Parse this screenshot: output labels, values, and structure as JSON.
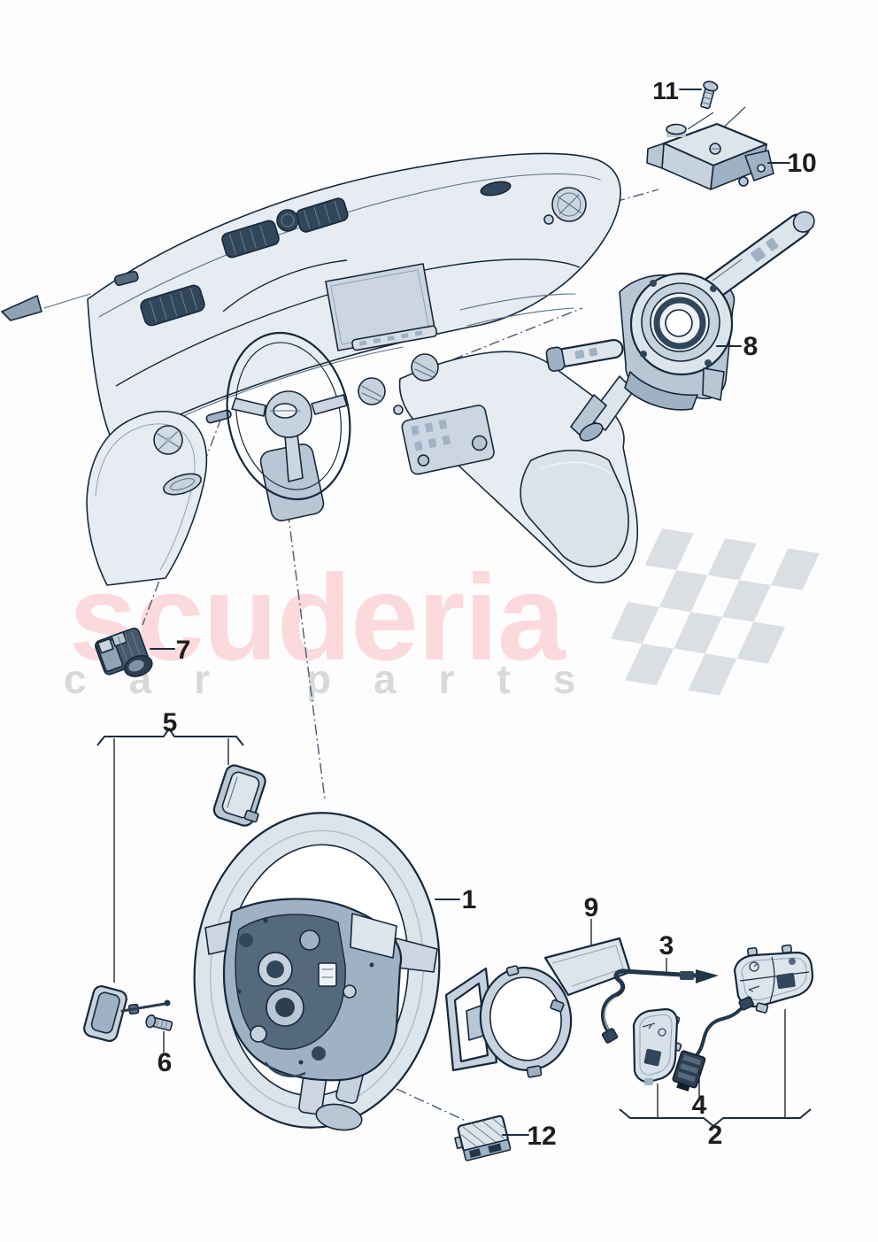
{
  "page": {
    "kind": "vehicle-parts-exploded-diagram"
  },
  "watermark": {
    "brand": "scuderia",
    "subtitle": "car parts",
    "brand_color": "#fbd9dc",
    "subtitle_color": "#d7d9db"
  },
  "callouts": [
    {
      "label": "1"
    },
    {
      "label": "2"
    },
    {
      "label": "3"
    },
    {
      "label": "4"
    },
    {
      "label": "5"
    },
    {
      "label": "6"
    },
    {
      "label": "7"
    },
    {
      "label": "8"
    },
    {
      "label": "9"
    },
    {
      "label": "10"
    },
    {
      "label": "11"
    },
    {
      "label": "12"
    }
  ],
  "colors": {
    "line_art_outline": "#16283a",
    "line_art_fill": "#e6ecf2",
    "line_art_shade": "#9fb2c4",
    "callout_text": "#1d1d1b",
    "leader_line": "#4a5d70",
    "background": "#fdfdfe",
    "checker_gray": "#dbdee2"
  }
}
